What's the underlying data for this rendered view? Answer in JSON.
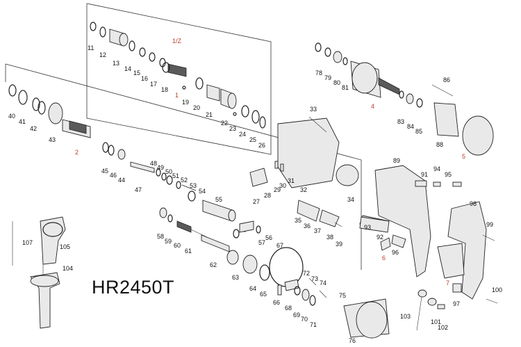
{
  "model_label": "HR2450T",
  "callouts": [
    {
      "id": "c-1z",
      "text": "1/Z",
      "red": true
    },
    {
      "id": "c-1",
      "text": "1",
      "red": true
    },
    {
      "id": "c-2",
      "text": "2",
      "red": true
    },
    {
      "id": "c-4",
      "text": "4",
      "red": true
    },
    {
      "id": "c-5",
      "text": "5",
      "red": true
    },
    {
      "id": "c-6",
      "text": "6",
      "red": true
    },
    {
      "id": "c-7",
      "text": "7",
      "red": true
    },
    {
      "id": "c-11",
      "text": "11"
    },
    {
      "id": "c-12",
      "text": "12"
    },
    {
      "id": "c-13",
      "text": "13"
    },
    {
      "id": "c-14",
      "text": "14"
    },
    {
      "id": "c-15",
      "text": "15"
    },
    {
      "id": "c-16",
      "text": "16"
    },
    {
      "id": "c-17",
      "text": "17"
    },
    {
      "id": "c-18",
      "text": "18"
    },
    {
      "id": "c-19",
      "text": "19"
    },
    {
      "id": "c-20",
      "text": "20"
    },
    {
      "id": "c-21",
      "text": "21"
    },
    {
      "id": "c-22",
      "text": "22"
    },
    {
      "id": "c-23",
      "text": "23"
    },
    {
      "id": "c-24",
      "text": "24"
    },
    {
      "id": "c-25",
      "text": "25"
    },
    {
      "id": "c-26",
      "text": "26"
    },
    {
      "id": "c-27",
      "text": "27"
    },
    {
      "id": "c-28",
      "text": "28"
    },
    {
      "id": "c-29",
      "text": "29"
    },
    {
      "id": "c-30",
      "text": "30"
    },
    {
      "id": "c-31",
      "text": "31"
    },
    {
      "id": "c-32",
      "text": "32"
    },
    {
      "id": "c-33",
      "text": "33"
    },
    {
      "id": "c-34",
      "text": "34"
    },
    {
      "id": "c-35",
      "text": "35"
    },
    {
      "id": "c-36",
      "text": "36"
    },
    {
      "id": "c-37",
      "text": "37"
    },
    {
      "id": "c-38",
      "text": "38"
    },
    {
      "id": "c-39",
      "text": "39"
    },
    {
      "id": "c-40",
      "text": "40"
    },
    {
      "id": "c-41",
      "text": "41"
    },
    {
      "id": "c-42",
      "text": "42"
    },
    {
      "id": "c-43",
      "text": "43"
    },
    {
      "id": "c-44",
      "text": "44"
    },
    {
      "id": "c-45",
      "text": "45"
    },
    {
      "id": "c-46",
      "text": "46"
    },
    {
      "id": "c-47",
      "text": "47"
    },
    {
      "id": "c-48",
      "text": "48"
    },
    {
      "id": "c-49",
      "text": "49"
    },
    {
      "id": "c-50",
      "text": "50"
    },
    {
      "id": "c-51",
      "text": "51"
    },
    {
      "id": "c-52",
      "text": "52"
    },
    {
      "id": "c-53",
      "text": "53"
    },
    {
      "id": "c-54",
      "text": "54"
    },
    {
      "id": "c-55",
      "text": "55"
    },
    {
      "id": "c-56",
      "text": "56"
    },
    {
      "id": "c-57",
      "text": "57"
    },
    {
      "id": "c-58",
      "text": "58"
    },
    {
      "id": "c-59",
      "text": "59"
    },
    {
      "id": "c-60",
      "text": "60"
    },
    {
      "id": "c-61",
      "text": "61"
    },
    {
      "id": "c-62",
      "text": "62"
    },
    {
      "id": "c-63",
      "text": "63"
    },
    {
      "id": "c-64",
      "text": "64"
    },
    {
      "id": "c-65",
      "text": "65"
    },
    {
      "id": "c-66",
      "text": "66"
    },
    {
      "id": "c-67",
      "text": "67"
    },
    {
      "id": "c-68",
      "text": "68"
    },
    {
      "id": "c-69",
      "text": "69"
    },
    {
      "id": "c-70",
      "text": "70"
    },
    {
      "id": "c-71",
      "text": "71"
    },
    {
      "id": "c-72",
      "text": "72"
    },
    {
      "id": "c-73",
      "text": "73"
    },
    {
      "id": "c-74",
      "text": "74"
    },
    {
      "id": "c-75",
      "text": "75"
    },
    {
      "id": "c-76",
      "text": "76"
    },
    {
      "id": "c-78",
      "text": "78"
    },
    {
      "id": "c-79",
      "text": "79"
    },
    {
      "id": "c-80",
      "text": "80"
    },
    {
      "id": "c-81",
      "text": "81"
    },
    {
      "id": "c-83",
      "text": "83"
    },
    {
      "id": "c-84",
      "text": "84"
    },
    {
      "id": "c-85",
      "text": "85"
    },
    {
      "id": "c-86",
      "text": "86"
    },
    {
      "id": "c-88",
      "text": "88"
    },
    {
      "id": "c-89",
      "text": "89"
    },
    {
      "id": "c-91",
      "text": "91"
    },
    {
      "id": "c-92",
      "text": "92"
    },
    {
      "id": "c-93",
      "text": "93"
    },
    {
      "id": "c-94",
      "text": "94"
    },
    {
      "id": "c-95",
      "text": "95"
    },
    {
      "id": "c-96",
      "text": "96"
    },
    {
      "id": "c-97",
      "text": "97"
    },
    {
      "id": "c-98",
      "text": "98"
    },
    {
      "id": "c-99",
      "text": "99"
    },
    {
      "id": "c-100",
      "text": "100"
    },
    {
      "id": "c-101",
      "text": "101"
    },
    {
      "id": "c-102",
      "text": "102"
    },
    {
      "id": "c-103",
      "text": "103"
    },
    {
      "id": "c-104",
      "text": "104"
    },
    {
      "id": "c-105",
      "text": "105"
    },
    {
      "id": "c-107",
      "text": "107"
    }
  ],
  "colors": {
    "callout_red": "#c0392b",
    "line": "#222222",
    "part_fill": "#e9e9e9"
  }
}
